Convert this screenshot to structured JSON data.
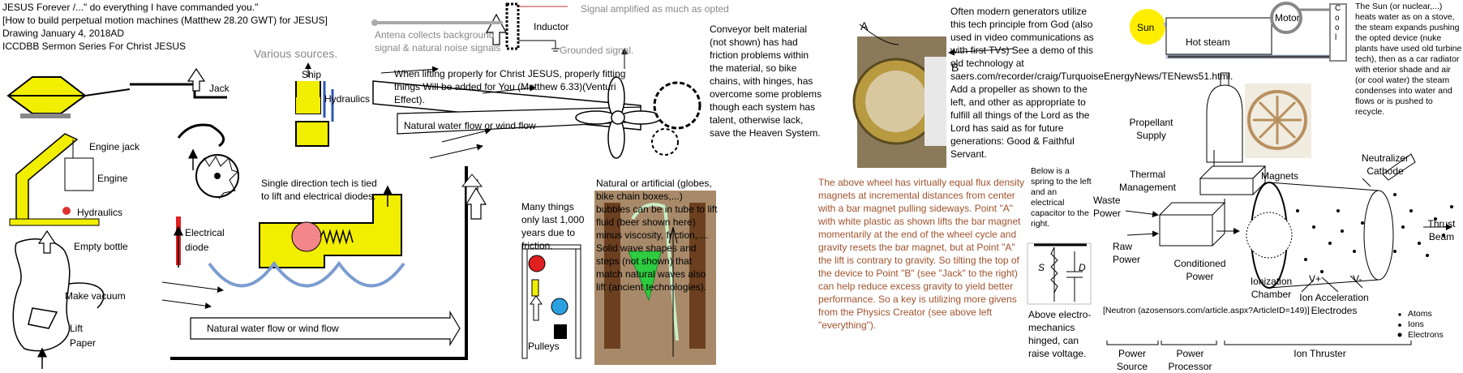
{
  "header": {
    "line1": "JESUS Forever /...\" do everything I have commanded you.\"",
    "line2": "[How to build perpetual motion machines (Matthew 28.20 GWT) for JESUS]",
    "line3": "Drawing January 4, 2018AD",
    "line4": "ICCDBB Sermon Series For Christ JESUS",
    "various": "Various sources."
  },
  "labels": {
    "jack": "Jack",
    "engine_jack": "Engine jack",
    "engine": "Engine",
    "hydraulics": "Hydraulics",
    "empty_bottle": "Empty bottle",
    "make_vacuum": "Make vacuum",
    "lift": "Lift",
    "paper": "Paper",
    "ship": "Ship",
    "ship_hydraulics": "Hydraulics",
    "electrical": "Electrical",
    "diode": "diode",
    "single_direction": "Single direction tech is tied to lift and electrical diodes.",
    "flow_top": "Natural water flow or wind flow",
    "flow_bottom": "Natural water flow or wind flow",
    "antenna": "Antena collects background signal & natural noise signals",
    "inductor": "Inductor",
    "amplified": "Signal amplified as much as opted",
    "grounded": "Grounded signal.",
    "venturi": "When lifting properly for Christ JESUS, properly fitting things Will be added for You (Matthew 6.33)(Venturi Effect).",
    "conveyor": "Conveyor belt material (not shown) has had friction problems within the material, so bike chains, with hinges, has overcome some problems though each system has talent, otherwise lack, save the Heaven System.",
    "many_things": "Many things only last 1,000 years due to friction.",
    "pulleys": "Pulleys",
    "natural_globes": "Natural or artificial (globes, bike chain boxes,...) bubbles can be in tube to lift fluid (beer shown here) minus viscosity, friction,.... Solid wave shapes and steps (not shown) that match natural waves also lift (ancient technologies).",
    "point_a": "A",
    "point_b": "B",
    "generators": "Often modern generators utilize this tech principle from God (also used in video communications as with first TVs) See a demo of this old technology at saers.com/recorder/craig/TurquoiseEnergyNews/TENews51.html. Add a propeller as shown to the left, and other as appropriate to fulfill all things of the Lord as the Lord has said as for future generations: Good & Faithful Servant.",
    "wheel_text": "The above wheel has virtually equal flux density magnets at incremental distances from center with a bar magnet pulling sideways. Point \"A\" with white plastic as shown lifts the bar magnet momentarily at the end of the wheel cycle and gravity resets the bar magnet, but at Point \"A\" the lift is contrary to gravity. So tilting the top of the device to Point \"B\" (see \"Jack\" to the right) can help reduce excess gravity to yield better performance. So a key is utilizing more givens from the Physics Creator (see above left \"everything\").",
    "spring": "Below is a spring to the left and an electrical capacitor to the right.",
    "electro": "Above electro-mechanics hinged, can raise voltage.",
    "s_label": "S",
    "d_label": "D",
    "sun": "Sun",
    "motor": "Motor",
    "cool": [
      "C",
      "o",
      "o",
      "l"
    ],
    "hot_steam": "Hot steam",
    "sun_text": "The Sun (or nuclear,...) heats water as on a stove, the steam expands pushing the opted device (nuke plants have used old turbine tech), then as a car radiator with eterior shade and air (or cool water) the steam condenses into water and flows or is pushed to recycle.",
    "propellant": "Propellant Supply",
    "thermal": "Thermal Management",
    "waste": "Waste Power",
    "raw": "Raw Power",
    "conditioned": "Conditioned Power",
    "magnets": "Magnets",
    "neutralizer": "Neutralizer Cathode",
    "thrust": "Thrust Beam",
    "ionization": "Ionization Chamber",
    "vplus": "V+",
    "vminus": "V-",
    "ion_acc": "Ion Acceleration Electrodes",
    "neutron": "[Neutron (azosensors.com/article.aspx?ArticleID=149)]",
    "atoms": "Atoms",
    "ions": "Ions",
    "electrons": "Electrons",
    "power_source": "Power Source",
    "power_processor": "Power Processor",
    "ion_thruster": "Ion Thruster"
  },
  "colors": {
    "yellow": "#f2ee00",
    "blue_wave": "#7a9cd0",
    "red": "#e02020",
    "brown_text": "#a0522d",
    "gray_text": "#888888",
    "sun": "#ffee00"
  }
}
